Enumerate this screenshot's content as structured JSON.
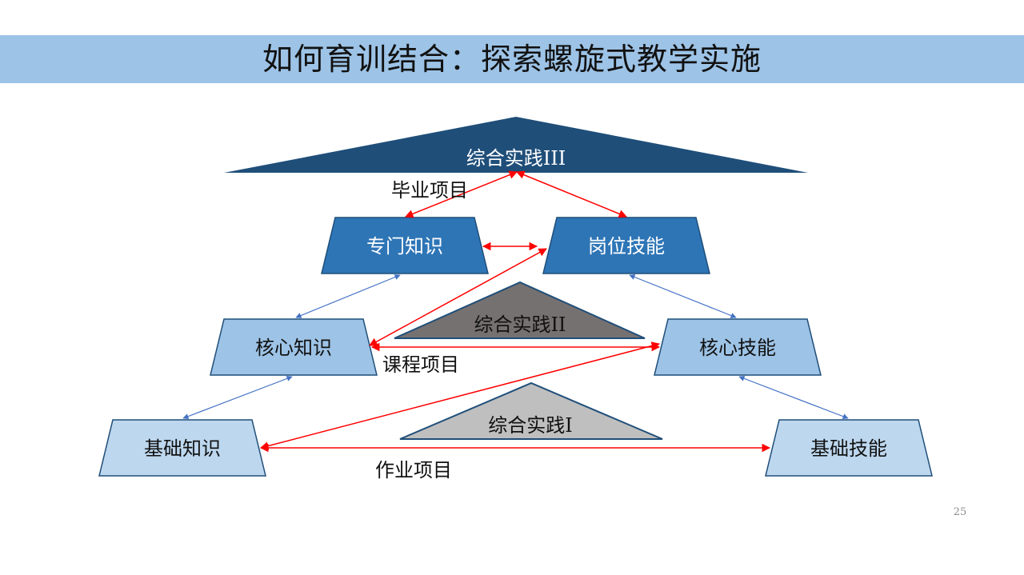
{
  "slide": {
    "title": "如何育训结合：探索螺旋式教学实施",
    "page_number": "25"
  },
  "colors": {
    "title_bar": "#9dc3e6",
    "dark_blue": "#1f4e79",
    "medium_blue": "#2e75b6",
    "light_blue": "#9dc3e6",
    "pale_blue": "#bdd7ee",
    "dark_gray": "#767171",
    "light_gray": "#bfbfbf",
    "red_arrow": "#ff0000",
    "blue_arrow": "#4472c4"
  },
  "practice": {
    "top": "综合实践III",
    "middle": "综合实践II",
    "bottom": "综合实践Ⅰ"
  },
  "nodes": {
    "specialized_knowledge": "专门知识",
    "job_skills": "岗位技能",
    "core_knowledge": "核心知识",
    "core_skills": "核心技能",
    "basic_knowledge": "基础知识",
    "basic_skills": "基础技能"
  },
  "projects": {
    "graduation": "毕业项目",
    "course": "课程项目",
    "homework": "作业项目"
  }
}
